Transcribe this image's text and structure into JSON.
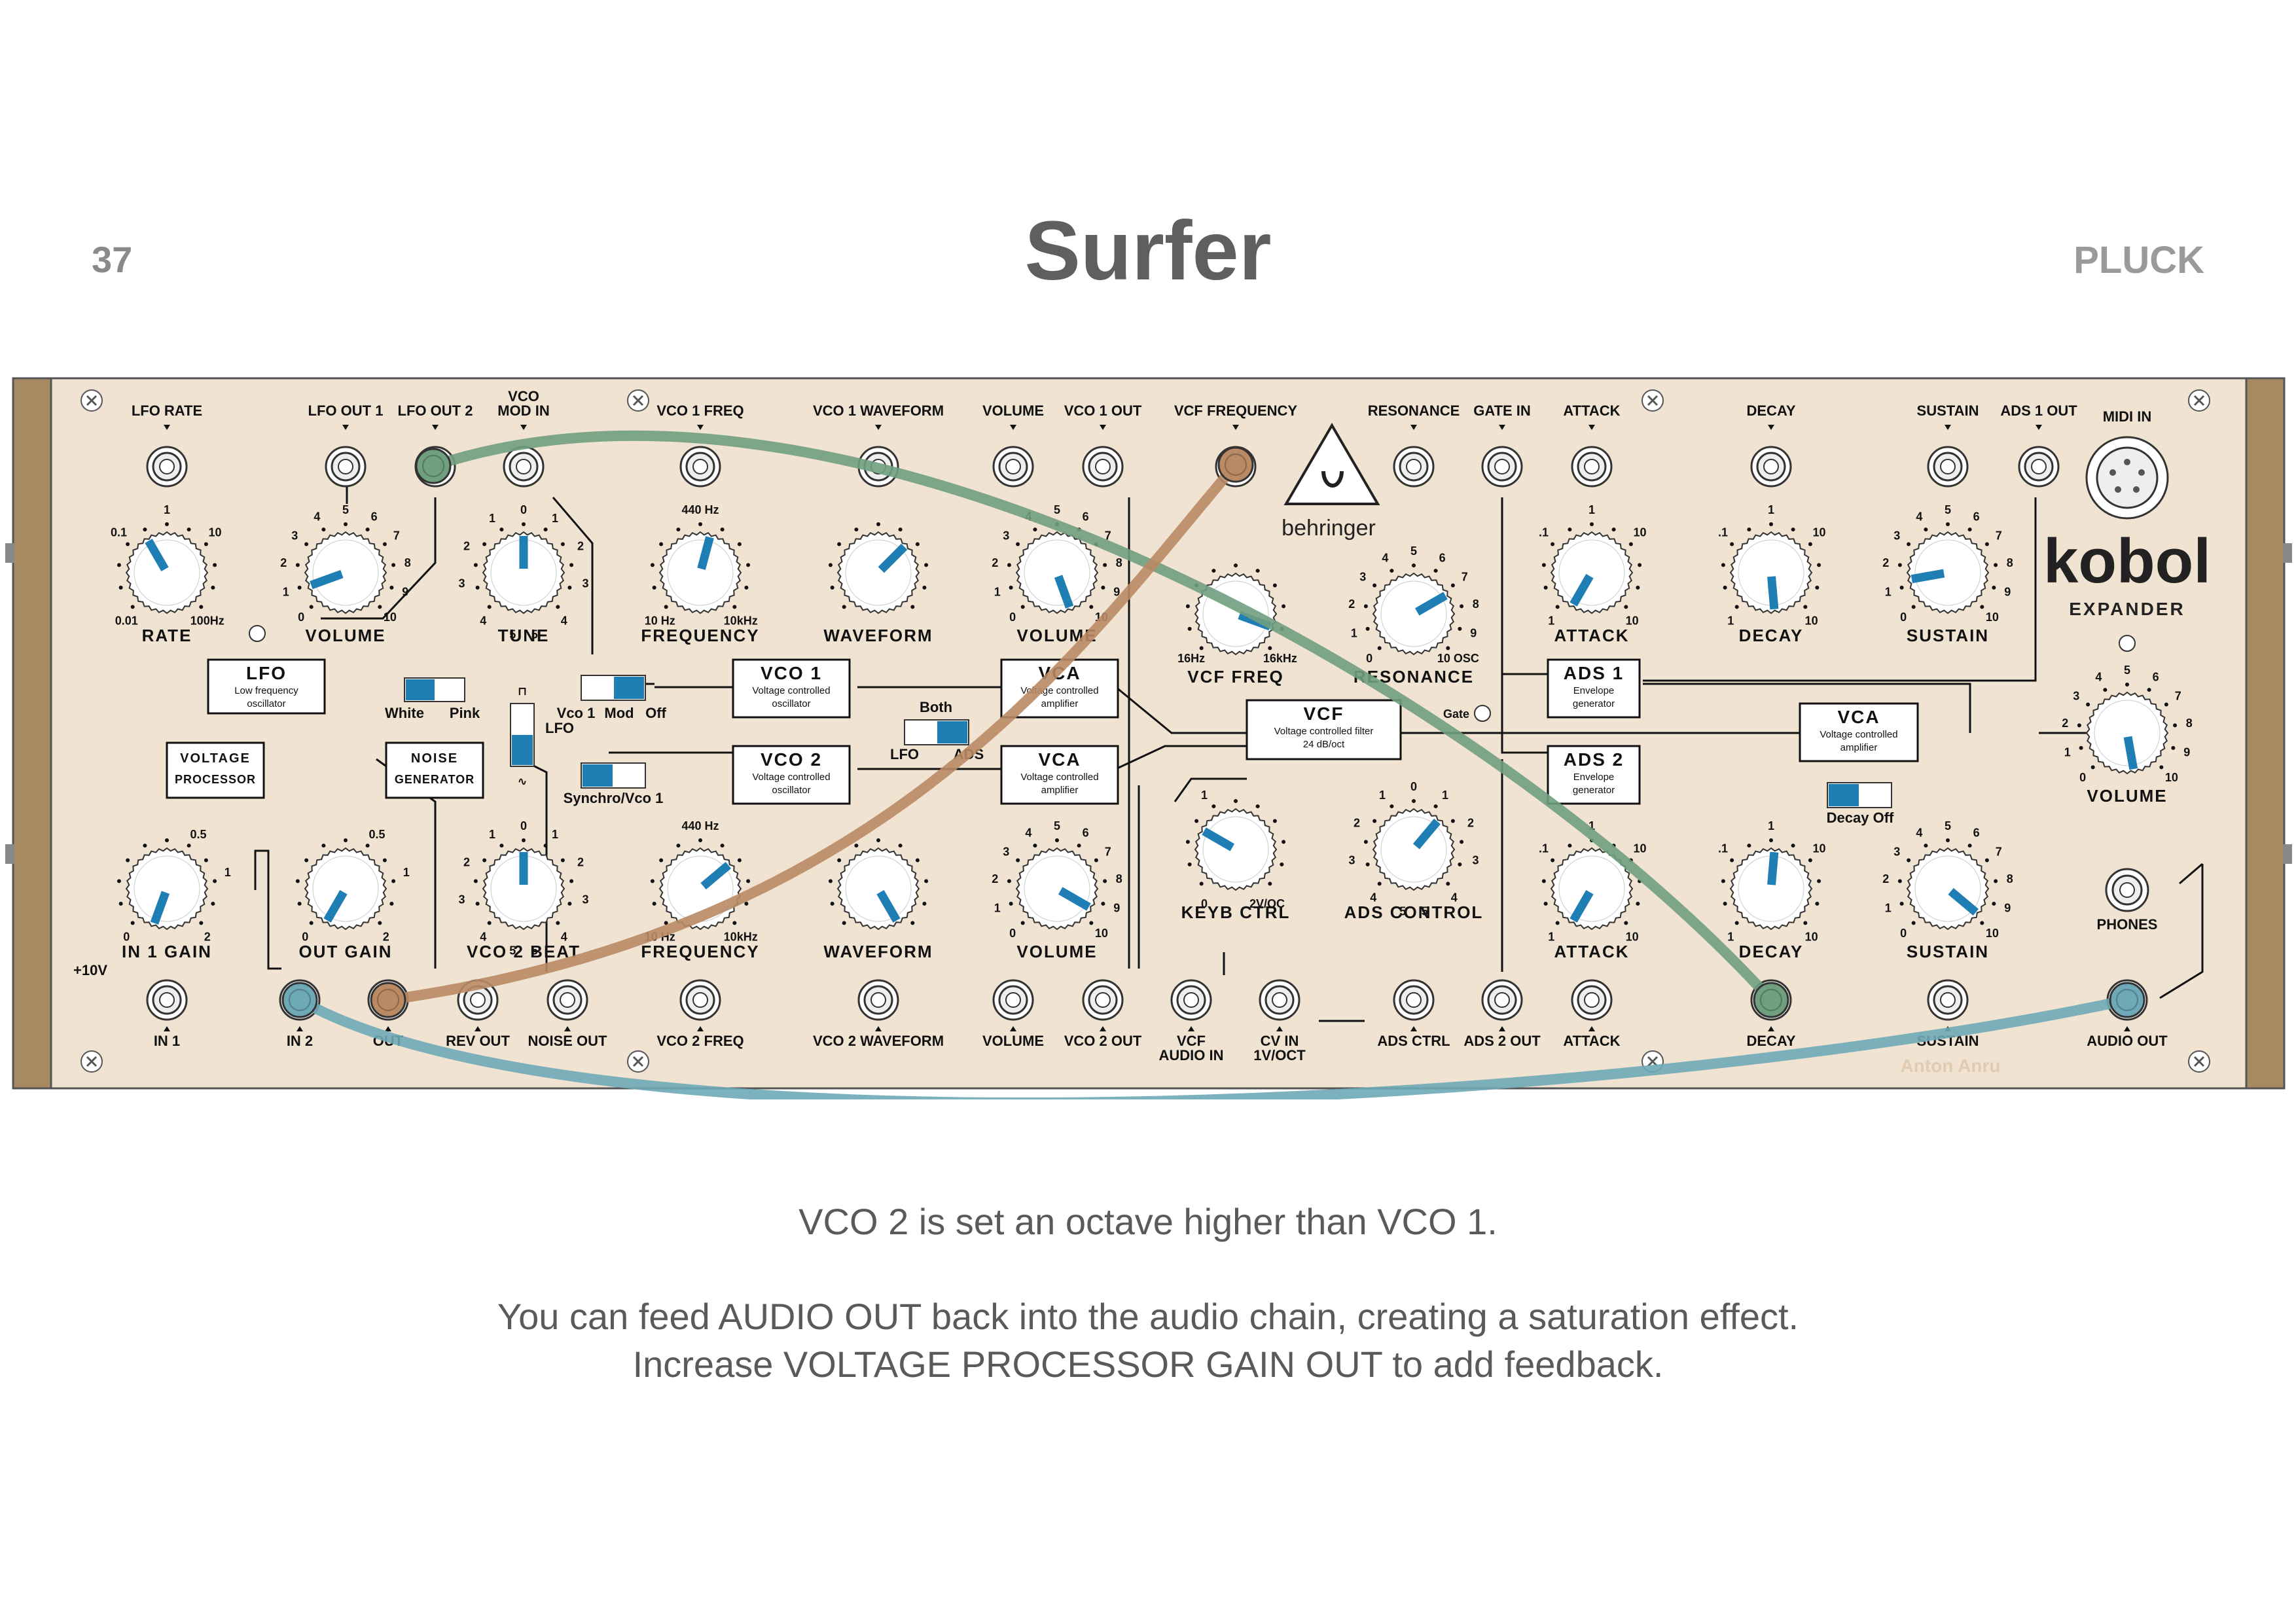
{
  "page": {
    "number": "37",
    "title": "Surfer",
    "category": "PLUCK"
  },
  "description": [
    "VCO 2 is set an octave higher than VCO 1.",
    "You can feed AUDIO OUT back into the audio chain, creating a saturation effect.",
    "Increase VOLTAGE PROCESSOR GAIN OUT to add feedback."
  ],
  "brand": {
    "maker": "behringer",
    "product": "kobol",
    "product_sub": "EXPANDER",
    "credit": "Anton Anru"
  },
  "colors": {
    "panel": "#f1e3d2",
    "wood": "#a88a62",
    "knob_pointer": "#1f7fb5",
    "switch": "#1f7fb5",
    "cable_green": "#6f9f7e",
    "cable_brown": "#b98a64",
    "cable_blue": "#6ea9b7"
  },
  "top_jacks": [
    {
      "id": "lfo-rate",
      "label": "LFO RATE"
    },
    {
      "id": "lfo-out-1",
      "label": "LFO OUT 1"
    },
    {
      "id": "lfo-out-2",
      "label": "LFO OUT 2"
    },
    {
      "id": "vco-mod-in",
      "label": "VCO\nMOD IN"
    },
    {
      "id": "vco1-freq",
      "label": "VCO 1 FREQ"
    },
    {
      "id": "vco1-waveform",
      "label": "VCO 1 WAVEFORM"
    },
    {
      "id": "volume-top",
      "label": "VOLUME"
    },
    {
      "id": "vco1-out",
      "label": "VCO 1 OUT"
    },
    {
      "id": "vcf-frequency",
      "label": "VCF FREQUENCY"
    },
    {
      "id": "resonance",
      "label": "RESONANCE"
    },
    {
      "id": "gate-in",
      "label": "GATE IN"
    },
    {
      "id": "attack-top",
      "label": "ATTACK"
    },
    {
      "id": "decay-top",
      "label": "DECAY"
    },
    {
      "id": "sustain-top",
      "label": "SUSTAIN"
    },
    {
      "id": "ads1-out",
      "label": "ADS 1 OUT"
    },
    {
      "id": "midi-in",
      "label": "MIDI IN"
    }
  ],
  "bottom_jacks": [
    {
      "id": "in-1",
      "label": "IN 1"
    },
    {
      "id": "in-2",
      "label": "IN 2"
    },
    {
      "id": "out",
      "label": "OUT"
    },
    {
      "id": "rev-out",
      "label": "REV OUT"
    },
    {
      "id": "noise-out",
      "label": "NOISE OUT"
    },
    {
      "id": "vco2-freq",
      "label": "VCO 2 FREQ"
    },
    {
      "id": "vco2-waveform",
      "label": "VCO 2 WAVEFORM"
    },
    {
      "id": "volume-bottom",
      "label": "VOLUME"
    },
    {
      "id": "vco2-out",
      "label": "VCO 2 OUT"
    },
    {
      "id": "vcf-audio-in",
      "label": "VCF\nAUDIO IN"
    },
    {
      "id": "cv-in",
      "label": "CV IN\n1V/OCT"
    },
    {
      "id": "ads-ctrl",
      "label": "ADS CTRL"
    },
    {
      "id": "ads2-out",
      "label": "ADS 2 OUT"
    },
    {
      "id": "attack-bottom",
      "label": "ATTACK"
    },
    {
      "id": "decay-bottom",
      "label": "DECAY"
    },
    {
      "id": "sustain-bottom",
      "label": "SUSTAIN"
    },
    {
      "id": "audio-out",
      "label": "AUDIO OUT"
    }
  ],
  "phones": {
    "label": "PHONES"
  },
  "plus10v": "+10V",
  "knobs": [
    {
      "id": "rate",
      "label": "RATE",
      "ticks": [
        "0.1",
        "1",
        "10",
        "0.01",
        "100Hz"
      ],
      "pointer_deg": -30
    },
    {
      "id": "lfo-volume",
      "label": "VOLUME",
      "ticks": [
        "0",
        "1",
        "2",
        "3",
        "4",
        "5",
        "6",
        "7",
        "8",
        "9",
        "10"
      ],
      "pointer_deg": -110
    },
    {
      "id": "tune",
      "label": "TUNE",
      "ticks": [
        "0",
        "1",
        "2",
        "3",
        "4",
        "5",
        "1",
        "2",
        "3",
        "4",
        "5"
      ],
      "pointer_deg": 0
    },
    {
      "id": "vco1-frequency",
      "label": "FREQUENCY",
      "ticks": [
        "440 Hz",
        "10 Hz",
        "10kHz"
      ],
      "pointer_deg": 15
    },
    {
      "id": "vco1-waveform-knob",
      "label": "WAVEFORM",
      "ticks": [],
      "pointer_deg": 45
    },
    {
      "id": "vca1-volume",
      "label": "VOLUME",
      "ticks": [
        "0",
        "1",
        "2",
        "3",
        "4",
        "5",
        "6",
        "7",
        "8",
        "9",
        "10"
      ],
      "pointer_deg": 160
    },
    {
      "id": "vcf-freq",
      "label": "VCF FREQ",
      "ticks": [
        "16Hz",
        "16kHz"
      ],
      "pointer_deg": 110
    },
    {
      "id": "resonance-knob",
      "label": "RESONANCE",
      "ticks": [
        "0",
        "1",
        "2",
        "3",
        "4",
        "5",
        "6",
        "7",
        "8",
        "9",
        "10 OSC"
      ],
      "pointer_deg": 60
    },
    {
      "id": "attack1",
      "label": "ATTACK",
      "ticks": [
        ".1",
        "1",
        "10",
        "1",
        "10"
      ],
      "pointer_deg": -150
    },
    {
      "id": "decay1",
      "label": "DECAY",
      "ticks": [
        ".1",
        "1",
        "10",
        "1",
        "10"
      ],
      "pointer_deg": 175
    },
    {
      "id": "sustain1",
      "label": "SUSTAIN",
      "ticks": [
        "0",
        "1",
        "2",
        "3",
        "4",
        "5",
        "6",
        "7",
        "8",
        "9",
        "10"
      ],
      "pointer_deg": -100
    },
    {
      "id": "in1-gain",
      "label": "IN 1 GAIN",
      "ticks": [
        "0",
        "0.5",
        "1",
        "2"
      ],
      "pointer_deg": -160
    },
    {
      "id": "out-gain",
      "label": "OUT GAIN",
      "ticks": [
        "0",
        "0.5",
        "1",
        "2"
      ],
      "pointer_deg": -150
    },
    {
      "id": "vco2-beat",
      "label": "VCO 2 BEAT",
      "ticks": [
        "0",
        "1",
        "2",
        "3",
        "4",
        "5",
        "1",
        "2",
        "3",
        "4",
        "5"
      ],
      "pointer_deg": 0
    },
    {
      "id": "vco2-frequency",
      "label": "FREQUENCY",
      "ticks": [
        "440 Hz",
        "10 Hz",
        "10kHz"
      ],
      "pointer_deg": 50
    },
    {
      "id": "vco2-waveform-knob",
      "label": "WAVEFORM",
      "ticks": [],
      "pointer_deg": 150
    },
    {
      "id": "vca2-volume",
      "label": "VOLUME",
      "ticks": [
        "0",
        "1",
        "2",
        "3",
        "4",
        "5",
        "6",
        "7",
        "8",
        "9",
        "10"
      ],
      "pointer_deg": 120
    },
    {
      "id": "keyb-ctrl",
      "label": "KEYB CTRL",
      "ticks": [
        "1",
        "0",
        "2V/OC"
      ],
      "pointer_deg": -60
    },
    {
      "id": "ads-control",
      "label": "ADS CONTROL",
      "ticks": [
        "0",
        "1",
        "2",
        "3",
        "4",
        "5",
        "1",
        "2",
        "3",
        "4",
        "5"
      ],
      "pointer_deg": 40
    },
    {
      "id": "attack2",
      "label": "ATTACK",
      "ticks": [
        ".1",
        "1",
        "10",
        "1",
        "10"
      ],
      "pointer_deg": -150
    },
    {
      "id": "decay2",
      "label": "DECAY",
      "ticks": [
        ".1",
        "1",
        "10",
        "1",
        "10"
      ],
      "pointer_deg": 5
    },
    {
      "id": "sustain2",
      "label": "SUSTAIN",
      "ticks": [
        "0",
        "1",
        "2",
        "3",
        "4",
        "5",
        "6",
        "7",
        "8",
        "9",
        "10"
      ],
      "pointer_deg": 130
    },
    {
      "id": "master-volume",
      "label": "VOLUME",
      "ticks": [
        "0",
        "1",
        "2",
        "3",
        "4",
        "5",
        "6",
        "7",
        "8",
        "9",
        "10"
      ],
      "pointer_deg": 170
    }
  ],
  "blocks": [
    {
      "id": "lfo",
      "title": "LFO",
      "sub": [
        "Low frequency",
        "oscillator"
      ]
    },
    {
      "id": "voltage-processor",
      "title": "VOLTAGE",
      "sub": [
        "PROCESSOR"
      ]
    },
    {
      "id": "noise-generator",
      "title": "NOISE",
      "sub": [
        "GENERATOR"
      ]
    },
    {
      "id": "vco1",
      "title": "VCO 1",
      "sub": [
        "Voltage controlled",
        "oscillator"
      ]
    },
    {
      "id": "vco2",
      "title": "VCO 2",
      "sub": [
        "Voltage controlled",
        "oscillator"
      ]
    },
    {
      "id": "vca1",
      "title": "VCA",
      "sub": [
        "Voltage controlled",
        "amplifier"
      ]
    },
    {
      "id": "vca2",
      "title": "VCA",
      "sub": [
        "Voltage controlled",
        "amplifier"
      ]
    },
    {
      "id": "vcf",
      "title": "VCF",
      "sub": [
        "Voltage controlled filter",
        "24 dB/oct"
      ]
    },
    {
      "id": "ads1",
      "title": "ADS 1",
      "sub": [
        "Envelope",
        "generator"
      ]
    },
    {
      "id": "ads2",
      "title": "ADS 2",
      "sub": [
        "Envelope",
        "generator"
      ]
    },
    {
      "id": "vca-main",
      "title": "VCA",
      "sub": [
        "Voltage controlled",
        "amplifier"
      ]
    }
  ],
  "switches": {
    "noise_color": {
      "left": "White",
      "right": "Pink",
      "position": "left"
    },
    "lfo_wave": {
      "label": "LFO",
      "position": "bottom"
    },
    "vco1_mod": {
      "left": "Vco 1",
      "mid": "Mod",
      "right": "Off",
      "position": "right"
    },
    "synchro": {
      "label": "Synchro/Vco 1",
      "position": "left"
    },
    "vca_mod": {
      "top": "Both",
      "left": "LFO",
      "right": "ADS",
      "position": "right"
    },
    "decay_off": {
      "label": "Decay Off",
      "position": "left"
    }
  },
  "misc": {
    "gate_label": "Gate"
  },
  "cables": [
    {
      "color": "green",
      "from": "LFO OUT 2",
      "to": "DECAY (bottom)"
    },
    {
      "color": "brown",
      "from": "VCF FREQUENCY",
      "to": "OUT"
    },
    {
      "color": "blue",
      "from": "IN 2",
      "to": "AUDIO OUT"
    }
  ]
}
